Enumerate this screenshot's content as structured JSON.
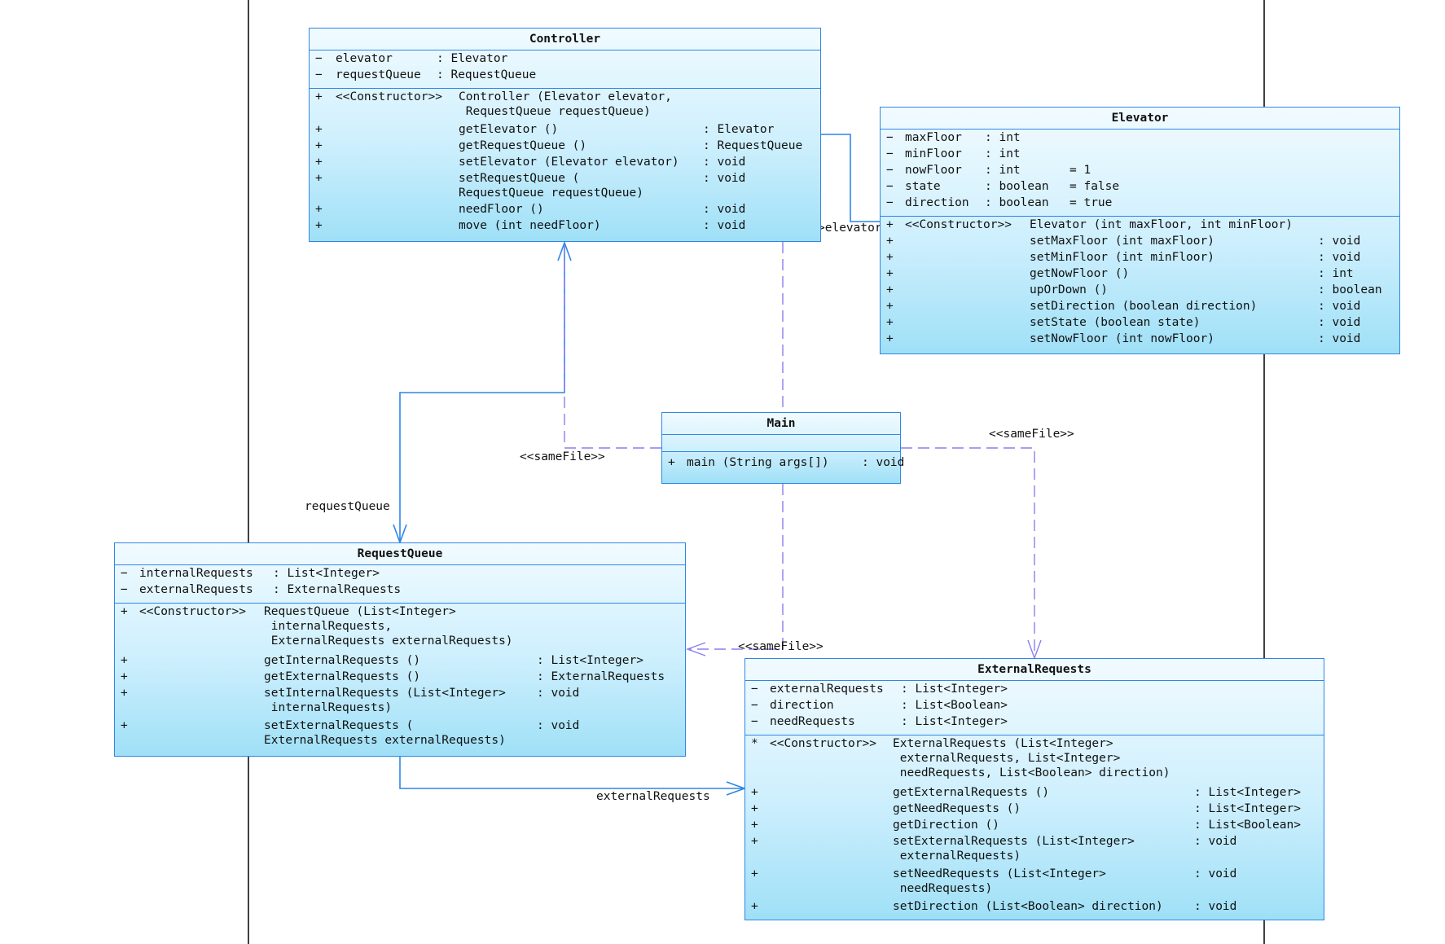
{
  "classes": {
    "controller": {
      "name": "Controller",
      "attributes": [
        {
          "vis": "−",
          "name": "elevator",
          "type": ": Elevator"
        },
        {
          "vis": "−",
          "name": "requestQueue",
          "type": ": RequestQueue"
        }
      ],
      "operations": [
        {
          "vis": "+",
          "stereo": "<<Constructor>>",
          "sig": "Controller (Elevator elevator,",
          "sig2": " RequestQueue requestQueue)",
          "ret": ""
        },
        {
          "vis": "+",
          "sig": "getElevator ()",
          "ret": ": Elevator"
        },
        {
          "vis": "+",
          "sig": "getRequestQueue ()",
          "ret": ": RequestQueue"
        },
        {
          "vis": "+",
          "sig": "setElevator (Elevator elevator)",
          "ret": ": void"
        },
        {
          "vis": "+",
          "sig": "setRequestQueue (",
          "sig2": "RequestQueue requestQueue)",
          "ret": ": void"
        },
        {
          "vis": "+",
          "sig": "needFloor ()",
          "ret": ": void"
        },
        {
          "vis": "+",
          "sig": "move (int needFloor)",
          "ret": ": void"
        }
      ]
    },
    "elevator": {
      "name": "Elevator",
      "attributes": [
        {
          "vis": "−",
          "name": "maxFloor",
          "type": ": int",
          "init": ""
        },
        {
          "vis": "−",
          "name": "minFloor",
          "type": ": int",
          "init": ""
        },
        {
          "vis": "−",
          "name": "nowFloor",
          "type": ": int",
          "init": "= 1"
        },
        {
          "vis": "−",
          "name": "state",
          "type": ": boolean",
          "init": "= false"
        },
        {
          "vis": "−",
          "name": "direction",
          "type": ": boolean",
          "init": "= true"
        }
      ],
      "operations": [
        {
          "vis": "+",
          "stereo": "<<Constructor>>",
          "sig": "Elevator (int maxFloor, int minFloor)",
          "ret": ""
        },
        {
          "vis": "+",
          "sig": "setMaxFloor (int maxFloor)",
          "ret": ": void"
        },
        {
          "vis": "+",
          "sig": "setMinFloor (int minFloor)",
          "ret": ": void"
        },
        {
          "vis": "+",
          "sig": "getNowFloor ()",
          "ret": ": int"
        },
        {
          "vis": "+",
          "sig": "upOrDown ()",
          "ret": ": boolean"
        },
        {
          "vis": "+",
          "sig": "setDirection (boolean direction)",
          "ret": ": void"
        },
        {
          "vis": "+",
          "sig": "setState (boolean state)",
          "ret": ": void"
        },
        {
          "vis": "+",
          "sig": "setNowFloor (int nowFloor)",
          "ret": ": void"
        }
      ]
    },
    "main": {
      "name": "Main",
      "operations": [
        {
          "vis": "+",
          "sig": "main (String args[])",
          "ret": ": void"
        }
      ]
    },
    "requestQueue": {
      "name": "RequestQueue",
      "attributes": [
        {
          "vis": "−",
          "name": "internalRequests",
          "type": ": List<Integer>"
        },
        {
          "vis": "−",
          "name": "externalRequests",
          "type": ": ExternalRequests"
        }
      ],
      "operations": [
        {
          "vis": "+",
          "stereo": "<<Constructor>>",
          "sig": "RequestQueue (List<Integer>",
          "sig2": " internalRequests,",
          "sig3": " ExternalRequests externalRequests)",
          "ret": ""
        },
        {
          "vis": "+",
          "sig": "getInternalRequests ()",
          "ret": ": List<Integer>"
        },
        {
          "vis": "+",
          "sig": "getExternalRequests ()",
          "ret": ": ExternalRequests"
        },
        {
          "vis": "+",
          "sig": "setInternalRequests (List<Integer>",
          "sig2": " internalRequests)",
          "ret": ": void"
        },
        {
          "vis": "+",
          "sig": "setExternalRequests (",
          "sig2": "ExternalRequests externalRequests)",
          "ret": ": void"
        }
      ]
    },
    "externalRequests": {
      "name": "ExternalRequests",
      "attributes": [
        {
          "vis": "−",
          "name": "externalRequests",
          "type": ": List<Integer>"
        },
        {
          "vis": "−",
          "name": "direction",
          "type": ": List<Boolean>"
        },
        {
          "vis": "−",
          "name": "needRequests",
          "type": ": List<Integer>"
        }
      ],
      "operations": [
        {
          "vis": "*",
          "stereo": "<<Constructor>>",
          "sig": "ExternalRequests (List<Integer>",
          "sig2": " externalRequests, List<Integer>",
          "sig3": " needRequests, List<Boolean> direction)",
          "ret": ""
        },
        {
          "vis": "+",
          "sig": "getExternalRequests ()",
          "ret": ": List<Integer>"
        },
        {
          "vis": "+",
          "sig": "getNeedRequests ()",
          "ret": ": List<Integer>"
        },
        {
          "vis": "+",
          "sig": "getDirection ()",
          "ret": ": List<Boolean>"
        },
        {
          "vis": "+",
          "sig": "setExternalRequests (List<Integer>",
          "sig2": " externalRequests)",
          "ret": ": void"
        },
        {
          "vis": "+",
          "sig": "setNeedRequests (List<Integer>",
          "sig2": " needRequests)",
          "ret": ": void"
        },
        {
          "vis": "+",
          "sig": "setDirection (List<Boolean> direction)",
          "ret": ": void"
        }
      ]
    }
  },
  "relations": {
    "controller_elevator": ">elevator",
    "controller_requestQueue": "requestQueue",
    "requestQueue_externalRequests": "externalRequests",
    "main_controller": "<<sameFile>>",
    "main_externalRequests": "<<sameFile>>",
    "main_requestQueue": "<<sameFile>>"
  },
  "colors": {
    "line": "#2f86e6",
    "dash": "#8a7ff0",
    "fill_top": "#f1fbff",
    "fill_bottom": "#9fe0f7"
  }
}
